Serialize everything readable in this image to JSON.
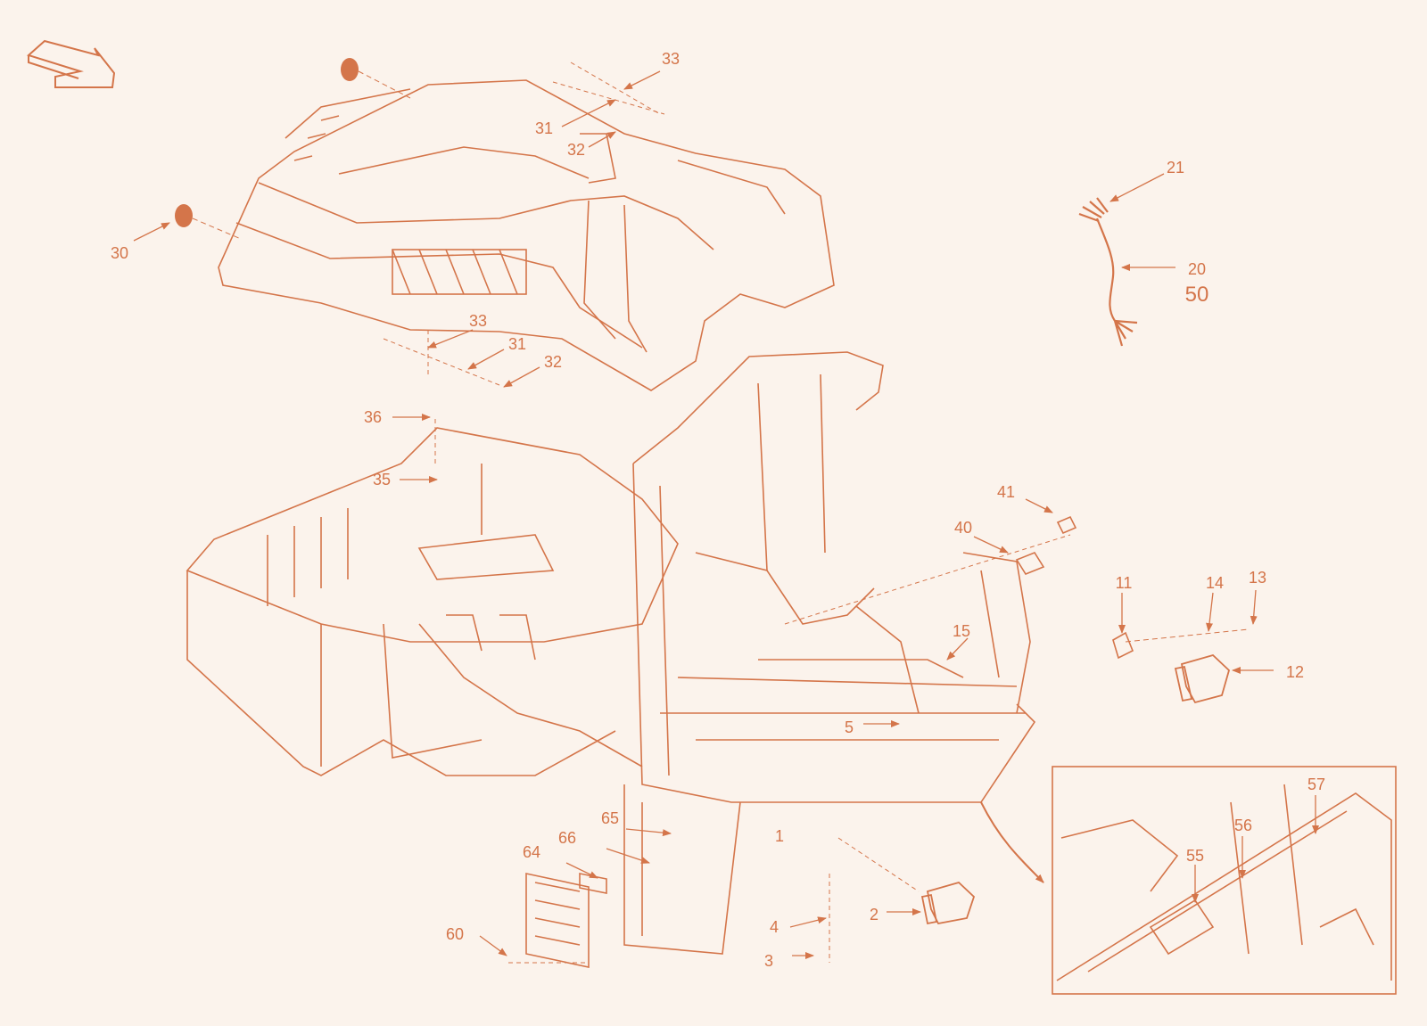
{
  "diagram": {
    "line_color": "#d4754a",
    "fill_color": "#d4754a",
    "background": "#fbf3ec",
    "callouts": [
      {
        "id": "c33a",
        "text": "33"
      },
      {
        "id": "c31a",
        "text": "31"
      },
      {
        "id": "c32a",
        "text": "32"
      },
      {
        "id": "c21",
        "text": "21"
      },
      {
        "id": "c20",
        "text": "20"
      },
      {
        "id": "c50",
        "text": "50"
      },
      {
        "id": "c30",
        "text": "30"
      },
      {
        "id": "c33b",
        "text": "33"
      },
      {
        "id": "c31b",
        "text": "31"
      },
      {
        "id": "c32b",
        "text": "32"
      },
      {
        "id": "c36",
        "text": "36"
      },
      {
        "id": "c35",
        "text": "35"
      },
      {
        "id": "c41",
        "text": "41"
      },
      {
        "id": "c40",
        "text": "40"
      },
      {
        "id": "c11",
        "text": "11"
      },
      {
        "id": "c14",
        "text": "14"
      },
      {
        "id": "c13",
        "text": "13"
      },
      {
        "id": "c15",
        "text": "15"
      },
      {
        "id": "c12",
        "text": "12"
      },
      {
        "id": "c5",
        "text": "5"
      },
      {
        "id": "c57",
        "text": "57"
      },
      {
        "id": "c56",
        "text": "56"
      },
      {
        "id": "c55",
        "text": "55"
      },
      {
        "id": "c65",
        "text": "65"
      },
      {
        "id": "c66",
        "text": "66"
      },
      {
        "id": "c1",
        "text": "1"
      },
      {
        "id": "c64",
        "text": "64"
      },
      {
        "id": "c2",
        "text": "2"
      },
      {
        "id": "c4",
        "text": "4"
      },
      {
        "id": "c60",
        "text": "60"
      },
      {
        "id": "c3",
        "text": "3"
      }
    ]
  }
}
